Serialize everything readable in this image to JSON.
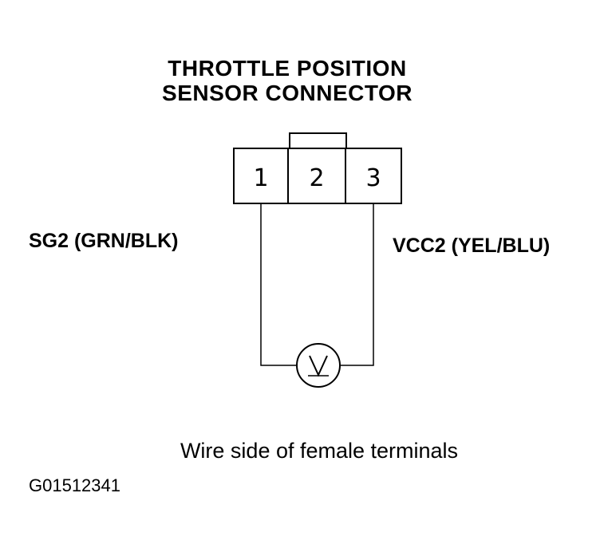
{
  "title": {
    "line1": "THROTTLE POSITION",
    "line2": "SENSOR CONNECTOR"
  },
  "connector": {
    "terminals": [
      "1",
      "2",
      "3"
    ]
  },
  "wires": {
    "left_label": "SG2 (GRN/BLK)",
    "right_label": "VCC2 (YEL/BLU)"
  },
  "meter": {
    "symbol": "V",
    "icon": "voltmeter-icon"
  },
  "caption": "Wire side of female terminals",
  "figure_id": "G01512341"
}
